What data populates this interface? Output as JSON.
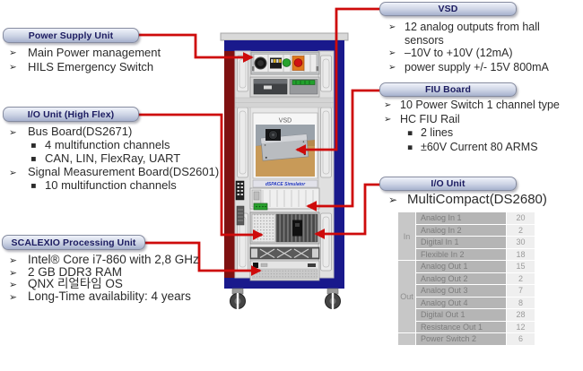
{
  "colors": {
    "accent_red": "#ce0b0b",
    "label_text": "#1b1b60",
    "rack_navy": "#19198c",
    "rack_maroon": "#7e1111"
  },
  "left_callouts": [
    {
      "title": "Power Supply Unit",
      "items": [
        {
          "t": "Main Power management",
          "l": 1
        },
        {
          "t": "HILS Emergency Switch",
          "l": 1
        }
      ]
    },
    {
      "title": "I/O Unit (High Flex)",
      "items": [
        {
          "t": "Bus Board(DS2671)",
          "l": 1
        },
        {
          "t": "4 multifunction channels",
          "l": 2
        },
        {
          "t": "CAN, LIN, FlexRay, UART",
          "l": 2
        },
        {
          "t": "Signal Measurement Board(DS2601)",
          "l": 1
        },
        {
          "t": "10 multifunction channels",
          "l": 2
        }
      ]
    },
    {
      "title": "SCALEXIO Processing Unit",
      "items": [
        {
          "t": "Intel® Core i7-860 with 2,8 GHz",
          "l": 1
        },
        {
          "t": "2 GB DDR3 RAM",
          "l": 1
        },
        {
          "t": "QNX 리얼타임 OS",
          "l": 1
        },
        {
          "t": "Long-Time availability: 4 years",
          "l": 1
        }
      ]
    }
  ],
  "right_callouts": [
    {
      "title": "VSD",
      "items": [
        {
          "t": "12 analog outputs from hall sensors",
          "l": 1
        },
        {
          "t": "–10V to +10V (12mA)",
          "l": 1
        },
        {
          "t": "power supply +/- 15V 800mA",
          "l": 1
        }
      ]
    },
    {
      "title": "FIU Board",
      "items": [
        {
          "t": "10 Power Switch 1 channel type",
          "l": 1
        },
        {
          "t": "HC FIU Rail",
          "l": 1
        },
        {
          "t": "2 lines",
          "l": 2
        },
        {
          "t": "±60V Current 80 ARMS",
          "l": 2
        }
      ]
    },
    {
      "title": "I/O Unit",
      "items": [
        {
          "t": "MultiCompact(DS2680)",
          "l": 1
        }
      ]
    }
  ],
  "io_table": {
    "rows": [
      {
        "group": "In",
        "span": 4,
        "name": "Analog In 1",
        "value": "20"
      },
      {
        "name": "Analog In 2",
        "value": "2"
      },
      {
        "name": "Digital In 1",
        "value": "30"
      },
      {
        "name": "Flexible In 2",
        "value": "18"
      },
      {
        "group": "Out",
        "span": 6,
        "name": "Analog Out 1",
        "value": "15"
      },
      {
        "name": "Analog Out 2",
        "value": "2"
      },
      {
        "name": "Analog Out 3",
        "value": "7"
      },
      {
        "name": "Analog Out 4",
        "value": "8"
      },
      {
        "name": "Digital Out 1",
        "value": "28"
      },
      {
        "name": "Resistance Out 1",
        "value": "12"
      },
      {
        "group": "",
        "span": 1,
        "name": "Power Switch 2",
        "value": "6"
      }
    ]
  },
  "rack": {
    "vsd_panel_label": "VSD",
    "simulator_label": "dSPACE Simulator"
  }
}
